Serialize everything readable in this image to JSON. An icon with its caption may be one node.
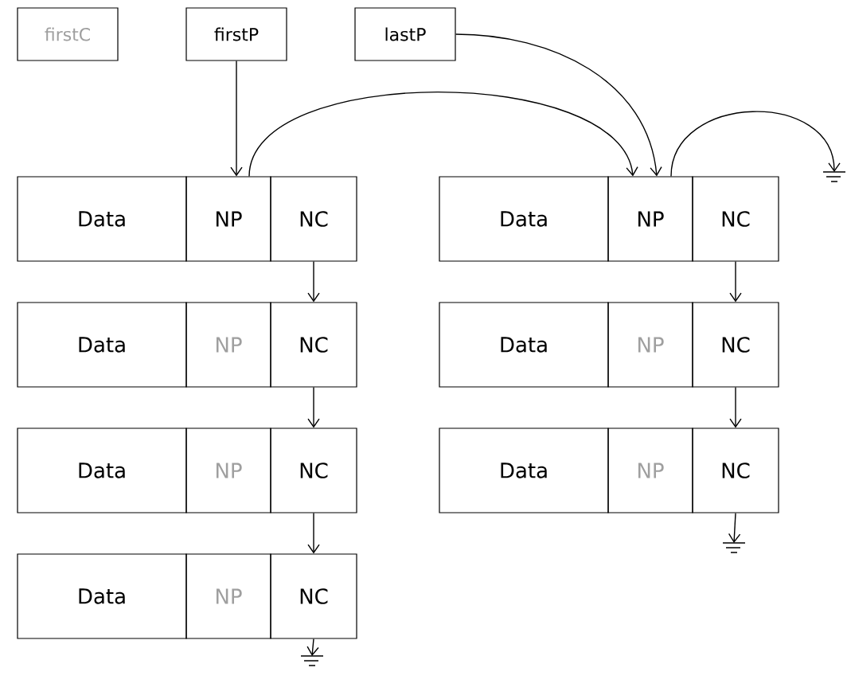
{
  "diagram": {
    "nodes": [
      {
        "text": [
          "firstC"
        ]
      },
      {
        "text": [
          "firstP"
        ]
      },
      {
        "text": [
          "lastP"
        ]
      },
      {
        "text": [
          "Data"
        ]
      },
      {
        "text": [
          "NP"
        ]
      },
      {
        "text": [
          "NC"
        ]
      },
      {
        "text": [
          "Data"
        ]
      },
      {
        "text": [
          "NP"
        ]
      },
      {
        "text": [
          "NC"
        ]
      },
      {
        "text": [
          "Data"
        ]
      },
      {
        "text": [
          "NP"
        ]
      },
      {
        "text": [
          "NC"
        ]
      },
      {
        "text": [
          "Data"
        ]
      },
      {
        "text": [
          "NP"
        ]
      },
      {
        "text": [
          "NC"
        ]
      },
      {
        "text": [
          "Data"
        ]
      },
      {
        "text": [
          "NP"
        ]
      },
      {
        "text": [
          "NC"
        ]
      },
      {
        "text": [
          "Data"
        ]
      },
      {
        "text": [
          "NP"
        ]
      },
      {
        "text": [
          "NC"
        ]
      },
      {
        "text": [
          "Data"
        ]
      },
      {
        "text": [
          "NP"
        ]
      },
      {
        "text": [
          "NC"
        ]
      },
      {
        "text": [],
        "shape": "ground"
      },
      {
        "text": [],
        "shape": "ground"
      },
      {
        "text": [],
        "shape": "ground"
      }
    ],
    "edges": [
      {
        "from": 1,
        "to": 4,
        "arrow": "to"
      },
      {
        "from": 4,
        "to": 16,
        "arrow": "to"
      },
      {
        "from": 2,
        "to": 16,
        "arrow": "to"
      },
      {
        "from": 16,
        "to": 26,
        "arrow": "to"
      },
      {
        "from": 5,
        "to": 8,
        "arrow": "to"
      },
      {
        "from": 8,
        "to": 11,
        "arrow": "to"
      },
      {
        "from": 11,
        "to": 14,
        "arrow": "to"
      },
      {
        "from": 14,
        "to": 24,
        "arrow": "to"
      },
      {
        "from": 17,
        "to": 20,
        "arrow": "to"
      },
      {
        "from": 20,
        "to": 23,
        "arrow": "to"
      },
      {
        "from": 23,
        "to": 25,
        "arrow": "to"
      }
    ]
  }
}
